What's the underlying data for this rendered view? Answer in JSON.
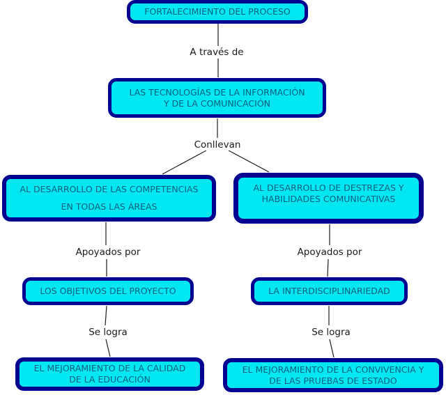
{
  "diagram": {
    "type": "concept-map",
    "background": "#ffffff",
    "colors": {
      "node_fill": "#00e7f1",
      "node_border": "#020291",
      "node_text": "#00607f",
      "connector_text": "#1a1a1a",
      "line": "#1a1a1a"
    },
    "nodes": {
      "fortalecimiento": "FORTALECIMIENTO DEL PROCESO",
      "tecnologias_line1": "LAS TECNOLOGÍAS DE LA INFORMACIÓN",
      "tecnologias_line2": "Y DE LA COMUNICACIÓN",
      "competencias_line1": "AL DESARROLLO DE LAS COMPETENCIAS",
      "competencias_line2": "EN TODAS LAS ÁREAS",
      "destrezas_line1": "AL DESARROLLO DE DESTREZAS Y",
      "destrezas_line2": "HABILIDADES COMUNICATIVAS",
      "objetivos": "LOS OBJETIVOS DEL PROYECTO",
      "interdisciplinariedad": "LA INTERDISCIPLINARIEDAD",
      "calidad_line1": "EL MEJORAMIENTO DE LA CALIDAD",
      "calidad_line2": "DE LA EDUCACIÓN",
      "convivencia_line1": "EL MEJORAMIENTO DE LA CONVIVENCIA Y",
      "convivencia_line2": "DE LAS PRUEBAS DE ESTADO"
    },
    "connectors": {
      "a_traves_de": "A través de",
      "conllevan": "Conllevan",
      "apoyados_por_left": "Apoyados por",
      "apoyados_por_right": "Apoyados por",
      "se_logra_left": "Se logra",
      "se_logra_right": "Se logra"
    }
  }
}
